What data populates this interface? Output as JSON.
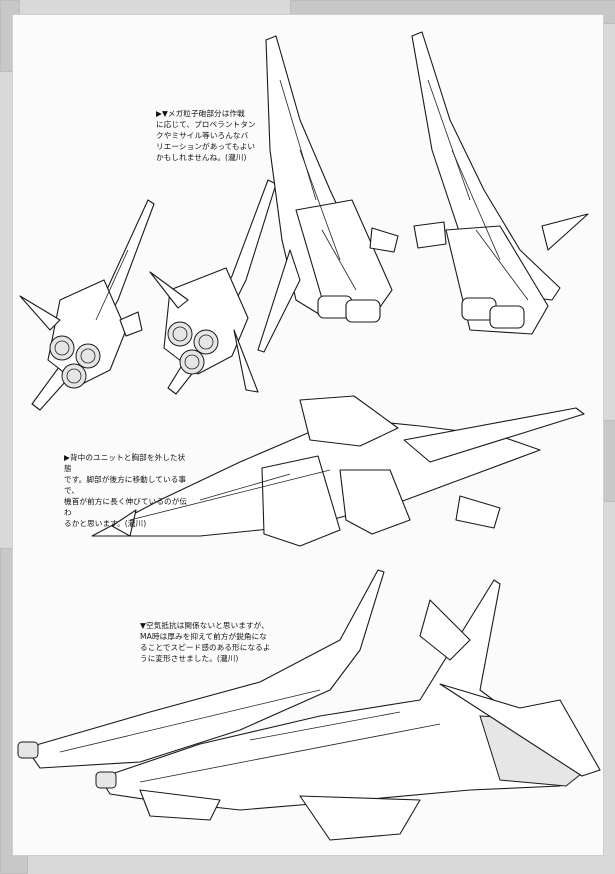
{
  "captions": {
    "top": "▶▼メガ粒子砲部分は作戦\nに応じて、プロペラントタン\nクやミサイル等いろんなバ\nリエーションがあってもよい\nかもしれませんね。(瀧川)",
    "middle": "▶背中のユニットと胸部を外した状態\nです。脚部が後方に移動している事で、\n機首が前方に長く伸びているのが伝わ\nるかと思います。(瀧川)",
    "bottom": "▼空気抵抗は関係ないと思いますが、\nMA時は厚みを抑えて前方が鋭角にな\nることでスピード感のある形になるよ\nうに変形させました。(瀧川)"
  },
  "colors": {
    "paper": "#fbfbfb",
    "ink": "#1a1a1a",
    "frame": "#c8c8c8"
  }
}
